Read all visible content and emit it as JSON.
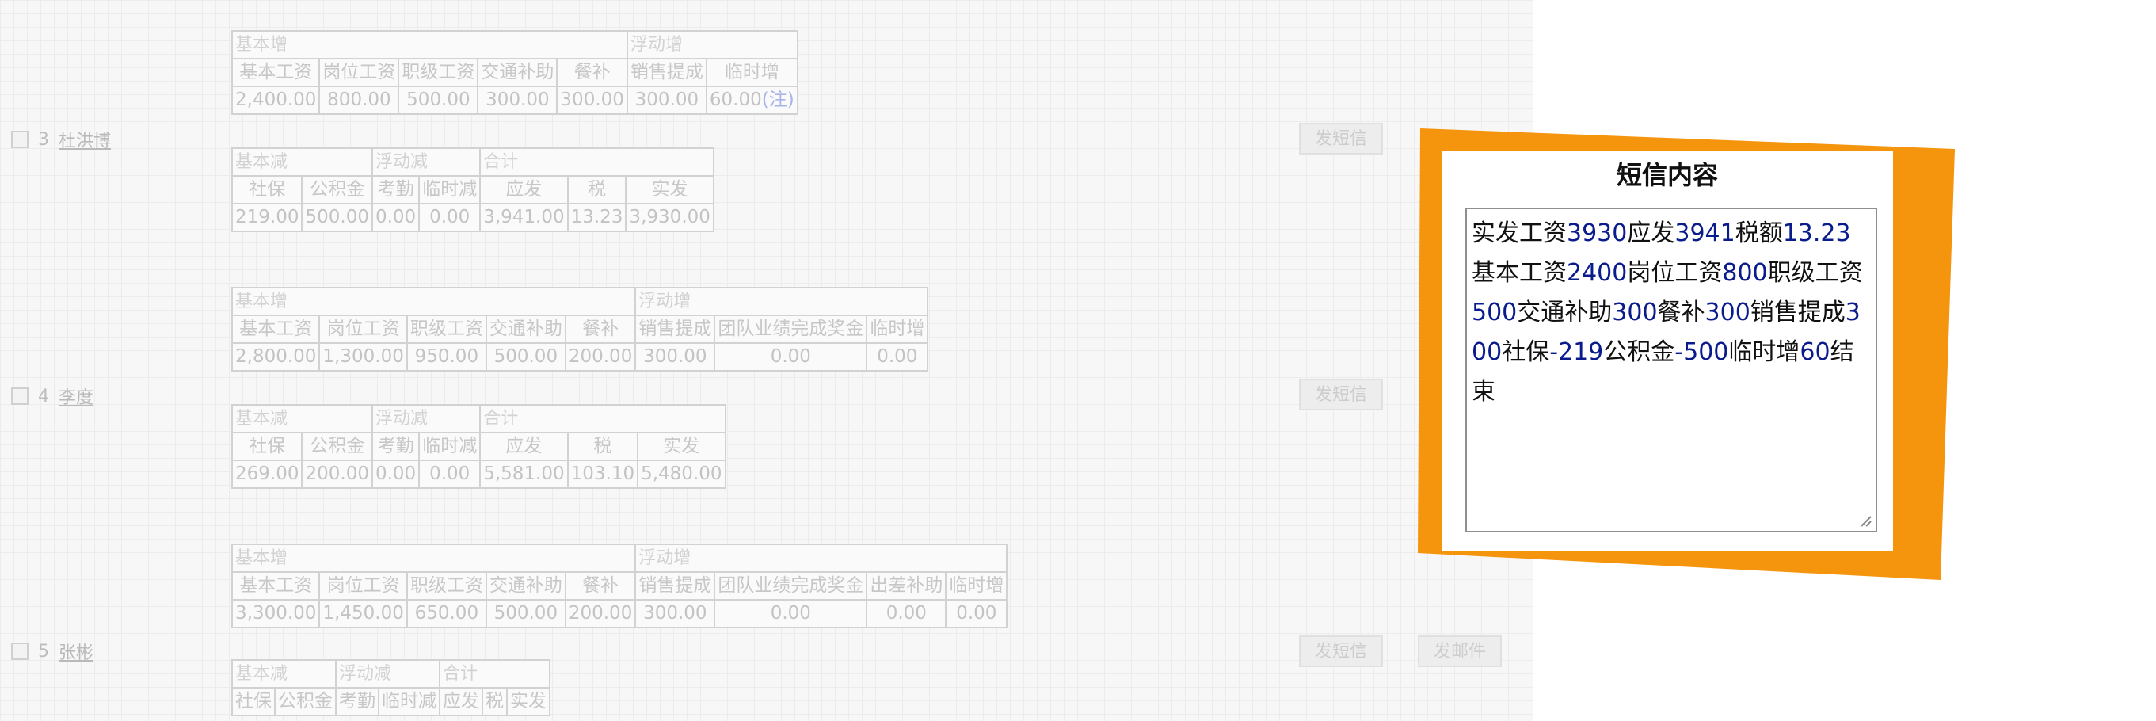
{
  "rows": [
    {
      "index": "3",
      "name": "杜洪博",
      "plus": {
        "group_base": "基本增",
        "group_float": "浮动增",
        "headers": [
          "基本工资",
          "岗位工资",
          "职级工资",
          "交通补助",
          "餐补",
          "销售提成",
          "临时增"
        ],
        "values": [
          "2,400.00",
          "800.00",
          "500.00",
          "300.00",
          "300.00",
          "300.00",
          "60.00"
        ],
        "note": "(注)"
      },
      "minus": {
        "group_base": "基本减",
        "group_float": "浮动减",
        "group_total": "合计",
        "headers": [
          "社保",
          "公积金",
          "考勤",
          "临时减",
          "应发",
          "税",
          "实发"
        ],
        "values": [
          "219.00",
          "500.00",
          "0.00",
          "0.00",
          "3,941.00",
          "13.23",
          "3,930.00"
        ]
      },
      "buttons": [
        "发短信"
      ]
    },
    {
      "index": "4",
      "name": "李度",
      "plus": {
        "group_base": "基本增",
        "group_float": "浮动增",
        "headers": [
          "基本工资",
          "岗位工资",
          "职级工资",
          "交通补助",
          "餐补",
          "销售提成",
          "团队业绩完成奖金",
          "临时增"
        ],
        "values": [
          "2,800.00",
          "1,300.00",
          "950.00",
          "500.00",
          "200.00",
          "300.00",
          "0.00",
          "0.00"
        ]
      },
      "minus": {
        "group_base": "基本减",
        "group_float": "浮动减",
        "group_total": "合计",
        "headers": [
          "社保",
          "公积金",
          "考勤",
          "临时减",
          "应发",
          "税",
          "实发"
        ],
        "values": [
          "269.00",
          "200.00",
          "0.00",
          "0.00",
          "5,581.00",
          "103.10",
          "5,480.00"
        ]
      },
      "buttons": [
        "发短信"
      ]
    },
    {
      "index": "5",
      "name": "张彬",
      "plus": {
        "group_base": "基本增",
        "group_float": "浮动增",
        "headers": [
          "基本工资",
          "岗位工资",
          "职级工资",
          "交通补助",
          "餐补",
          "销售提成",
          "团队业绩完成奖金",
          "出差补助",
          "临时增"
        ],
        "values": [
          "3,300.00",
          "1,450.00",
          "650.00",
          "500.00",
          "200.00",
          "300.00",
          "0.00",
          "0.00",
          "0.00"
        ]
      },
      "minus": {
        "group_base": "基本减",
        "group_float": "浮动减",
        "group_total": "合计",
        "headers": [
          "社保",
          "公积金",
          "考勤",
          "临时减",
          "应发",
          "税",
          "实发"
        ]
      },
      "buttons": [
        "发短信",
        "发邮件"
      ]
    }
  ],
  "popup": {
    "title": "短信内容",
    "message": "实发工资3930应发3941税额13.23基本工资2400岗位工资800职级工资500交通补助300餐补300销售提成300社保-219公积金-500临时增60结束"
  },
  "colors": {
    "popup_border": "#f5940d",
    "digits": "#0a1c8c"
  }
}
